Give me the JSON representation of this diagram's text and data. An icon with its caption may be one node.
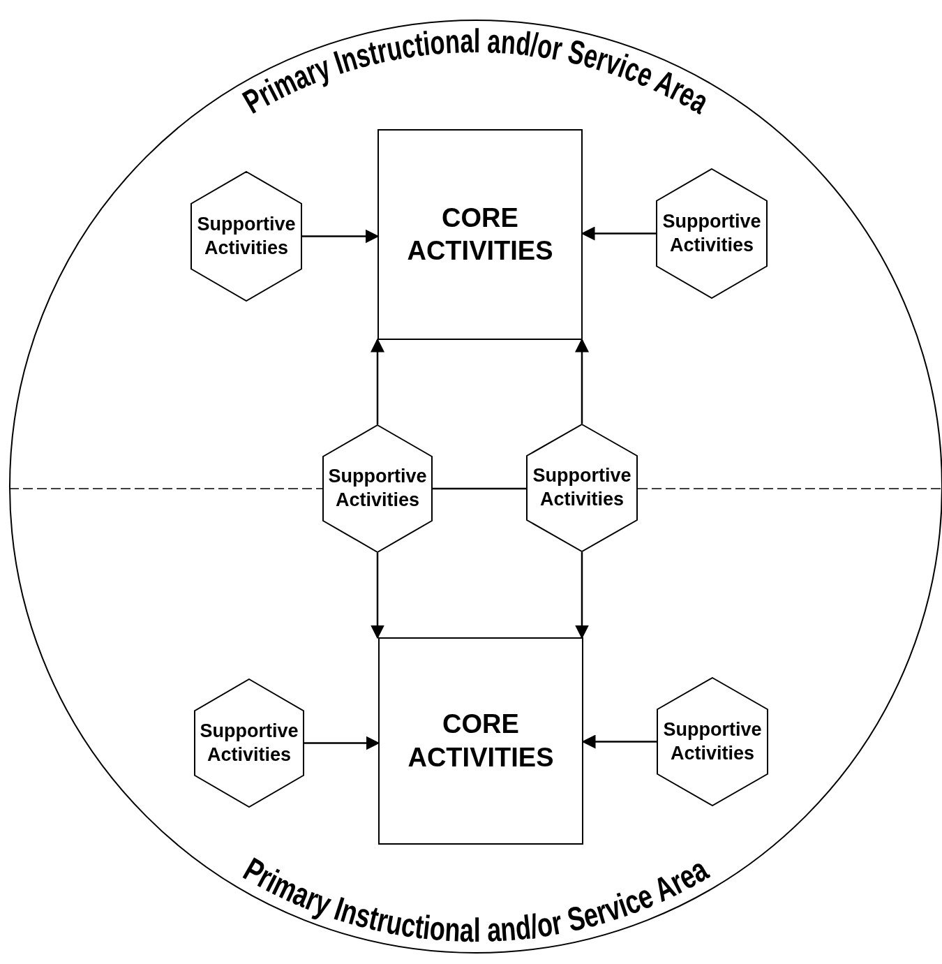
{
  "diagram": {
    "nodes": [
      {
        "text": [
          "Primary Instructional and/or Service Area",
          "Primary Instructional and/or Service Area"
        ]
      },
      {
        "text": [
          "CORE ACTIVITIES"
        ],
        "in": 0
      },
      {
        "text": [
          "Supportive Activities"
        ],
        "in": 0
      },
      {
        "text": [
          "Supportive Activities"
        ],
        "in": 0
      },
      {
        "text": [
          "Supportive Activities"
        ],
        "in": 0
      },
      {
        "text": [
          "Supportive Activities"
        ],
        "in": 0
      },
      {
        "text": [
          "CORE ACTIVITIES"
        ],
        "in": 0
      },
      {
        "text": [
          "Supportive Activities"
        ],
        "in": 0
      },
      {
        "text": [
          "Supportive Activities"
        ],
        "in": 0
      }
    ],
    "edges": [
      {
        "from": 2,
        "to": 1,
        "arrow": "to"
      },
      {
        "from": 3,
        "to": 1,
        "arrow": "to"
      },
      {
        "from": 4,
        "to": 1,
        "arrow": "to"
      },
      {
        "from": 5,
        "to": 1,
        "arrow": "to"
      },
      {
        "from": 4,
        "to": 5,
        "arrow": "none"
      },
      {
        "from": 4,
        "to": 6,
        "arrow": "to"
      },
      {
        "from": 5,
        "to": 6,
        "arrow": "to"
      },
      {
        "from": 7,
        "to": 6,
        "arrow": "to"
      },
      {
        "from": 8,
        "to": 6,
        "arrow": "to"
      }
    ]
  }
}
